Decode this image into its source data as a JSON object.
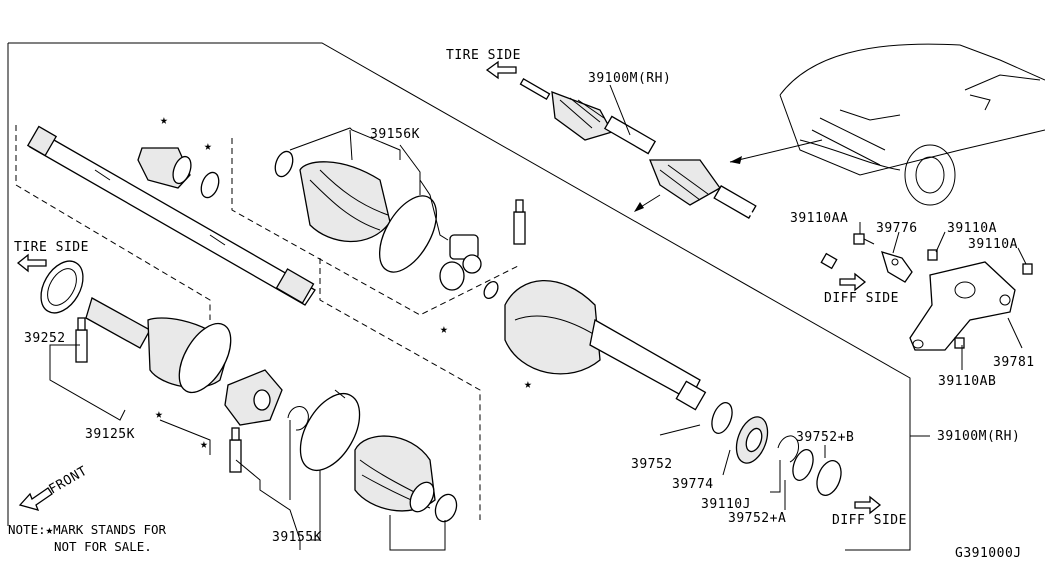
{
  "labels": {
    "p39100M_top": "39100M(RH)",
    "p39156K": "39156K",
    "p39110AA": "39110AA",
    "p39776": "39776",
    "p39110A_1": "39110A",
    "p39110A_2": "39110A",
    "p39781": "39781",
    "p39110AB": "39110AB",
    "p39252": "39252",
    "p39125K": "39125K",
    "p39155K": "39155K",
    "p39752": "39752",
    "p39774": "39774",
    "p39110J": "39110J",
    "p39752A": "39752+A",
    "p39752B": "39752+B",
    "p39100M_right": "39100M(RH)"
  },
  "directions": {
    "tire_side_top": "TIRE SIDE",
    "tire_side_left": "TIRE SIDE",
    "diff_side_top": "DIFF SIDE",
    "diff_side_bottom": "DIFF SIDE",
    "front": "FRONT"
  },
  "note": {
    "line1": "NOTE:★MARK STANDS FOR",
    "line2": "NOT FOR SALE."
  },
  "diagram_code": "G391000J",
  "icons": [
    "star-mark-icon",
    "direction-arrow-icon"
  ]
}
